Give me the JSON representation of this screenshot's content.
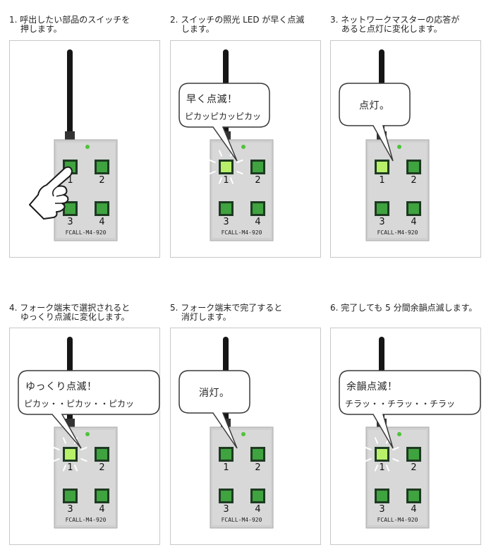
{
  "steps": [
    {
      "caption": "1. 呼出したい部品のスイッチを\n　 押します。",
      "bubble": null,
      "state": "hand"
    },
    {
      "caption": "2. スイッチの照光 LED が早く点滅\n　 します。",
      "bubble": {
        "line1": "早く点滅！",
        "line2": "ピカッピカッピカッ"
      },
      "state": "flash"
    },
    {
      "caption": "3. ネットワークマスターの応答が\n　 あると点灯に変化します。",
      "bubble": {
        "line1": "点灯。",
        "line2": ""
      },
      "state": "lit"
    },
    {
      "caption": "4. フォーク端末で選択されると\n　 ゆっくり点滅に変化します。",
      "bubble": {
        "line1": "ゆっくり点滅！",
        "line2": "ピカッ・・ピカッ・・ピカッ"
      },
      "state": "flash"
    },
    {
      "caption": "5. フォーク端末で完了すると\n　 消灯します。",
      "bubble": {
        "line1": "消灯。",
        "line2": ""
      },
      "state": "off"
    },
    {
      "caption": "6. 完了しても 5 分間余韻点滅します。",
      "bubble": {
        "line1": "余韻点滅！",
        "line2": "チラッ・・チラッ・・チラッ"
      },
      "state": "flash"
    }
  ],
  "device": {
    "model_label": "FCALL-M4-920",
    "button_numbers": [
      "1",
      "2",
      "3",
      "4"
    ]
  },
  "colors": {
    "device_body": "#cfcfcf",
    "button_frame": "#1e3a22",
    "button_off": "#3fa33f",
    "button_lit": "#b8f06a",
    "status_led": "#4fc23a",
    "panel_border": "#c8c8c8"
  },
  "icons": [
    "pointing-hand-icon",
    "antenna-icon",
    "speech-bubble-icon",
    "flash-rays-icon"
  ]
}
